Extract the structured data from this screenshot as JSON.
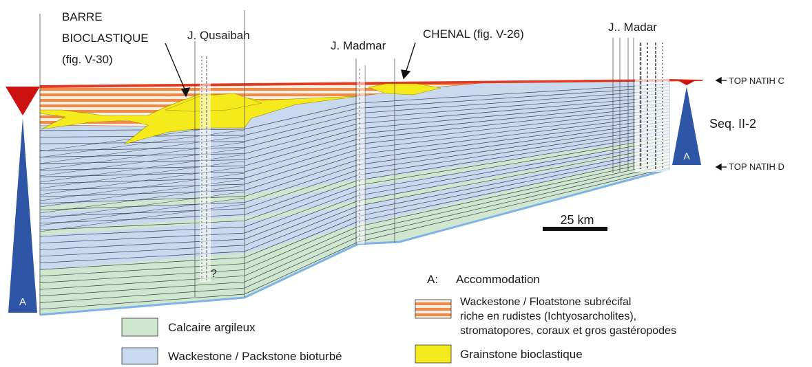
{
  "labels": {
    "barre_line1": "BARRE",
    "barre_line2": "BIOCLASTIQUE",
    "barre_line3": "(fig. V-30)",
    "qusaibah": "J. Qusaibah",
    "madmar": "J. Madmar",
    "chenal": "CHENAL (fig. V-26)",
    "madar": "J.. Madar",
    "top_natih_c": "TOP NATIH C",
    "top_natih_d": "TOP NATIH D",
    "seq": "Seq. II-2",
    "scale": "25 km",
    "question": "?",
    "a_left": "A",
    "a_right": "A"
  },
  "legend": {
    "accommodation_key": "A:",
    "accommodation_text": "Accommodation",
    "wackestone_float_l1": "Wackestone / Floatstone subrécifal",
    "wackestone_float_l2": "riche en rudistes (Ichtyosarcholites),",
    "wackestone_float_l3": "stromatopores, coraux et gros gastéropodes",
    "grainstone": "Grainstone bioclastique",
    "calcaire": "Calcaire argileux",
    "wackestone_pack": "Wackestone / Packstone bioturbé"
  },
  "colors": {
    "blue_facies": "#c9d9f0",
    "green_facies": "#cfe6cf",
    "yellow_facies": "#f4ea1c",
    "orange_stripe": "#ef8a4a",
    "red_triangle": "#cc1111",
    "blue_triangle": "#2f56a6",
    "base_blue": "#7fb2e6"
  }
}
